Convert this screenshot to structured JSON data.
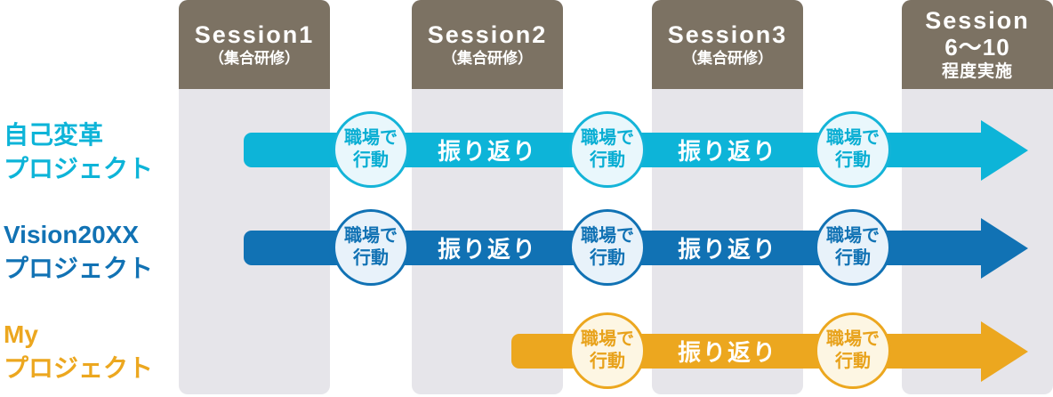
{
  "columns": [
    {
      "line1": "Session1",
      "line2": "（集合研修）"
    },
    {
      "line1": "Session2",
      "line2": "（集合研修）"
    },
    {
      "line1": "Session3",
      "line2": "（集合研修）"
    },
    {
      "line1": "Session",
      "line2": "6～10",
      "line3": "程度実施"
    }
  ],
  "rows": [
    {
      "label_line1": "自己変革",
      "label_line2": "プロジェクト",
      "color": "#0db4d8"
    },
    {
      "label_line1": "Vision20XX",
      "label_line2": "プロジェクト",
      "color": "#1172b4"
    },
    {
      "label_line1": "My",
      "label_line2": "プロジェクト",
      "color": "#eca71f"
    }
  ],
  "labels": {
    "workplace_action_line1": "職場で",
    "workplace_action_line2": "行動",
    "reflection": "振り返り"
  },
  "colors": {
    "header_bg": "#7c7263",
    "column_bg": "#e6e5ea",
    "cyan": "#0db4d8",
    "blue": "#1172b4",
    "orange": "#eca71f",
    "cyan_badge_bg": "#e9f7fc",
    "blue_badge_bg": "#e8f2fa",
    "orange_badge_bg": "#fdf6e3",
    "bar_text": "#ffffff"
  }
}
